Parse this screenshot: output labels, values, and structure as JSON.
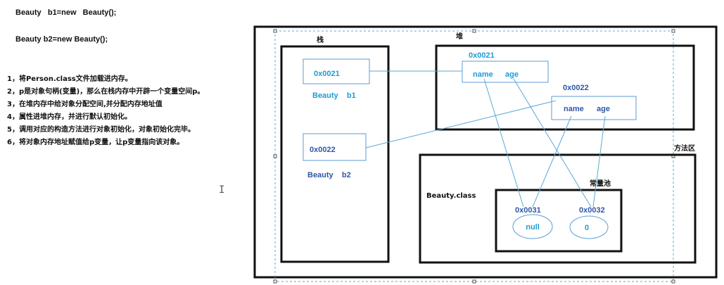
{
  "code": {
    "line1": "Beauty   b1=new   Beauty();",
    "line2": "Beauty b2=new Beauty();"
  },
  "steps": [
    "1，将Person.class文件加载进内存。",
    "2，p是对象句柄(变量)，那么在栈内存中开辟一个变量空间p。",
    "3，在堆内存中给对象分配空间,并分配内存地址值",
    "4，属性进堆内存，并进行默认初始化。",
    "5，调用对应的构造方法进行对象初始化，对象初始化完毕。",
    "6，将对象内存地址赋值给p变量，让p变量指向该对象。"
  ],
  "diagram": {
    "stack_label": "栈",
    "heap_label": "堆",
    "method_area_label": "方法区",
    "const_pool_label": "常量池",
    "class_label": "Beauty.class",
    "stack_b1": {
      "address": "0x0021",
      "name": "Beauty    b1"
    },
    "stack_b2": {
      "address": "0x0022",
      "name": "Beauty    b2"
    },
    "heap_obj1": {
      "address": "0x0021",
      "field1": "name",
      "field2": "age"
    },
    "heap_obj2": {
      "address": "0x0022",
      "field1": "name",
      "field2": "age"
    },
    "pool_item1": {
      "address": "0x0031",
      "value": "null"
    },
    "pool_item2": {
      "address": "0x0032",
      "value": "0"
    }
  },
  "colors": {
    "line": "#5aa9d6",
    "box_border": "#5b9bd5",
    "label_blue": "#1f9bd4",
    "label_navy": "#2f57a6"
  }
}
